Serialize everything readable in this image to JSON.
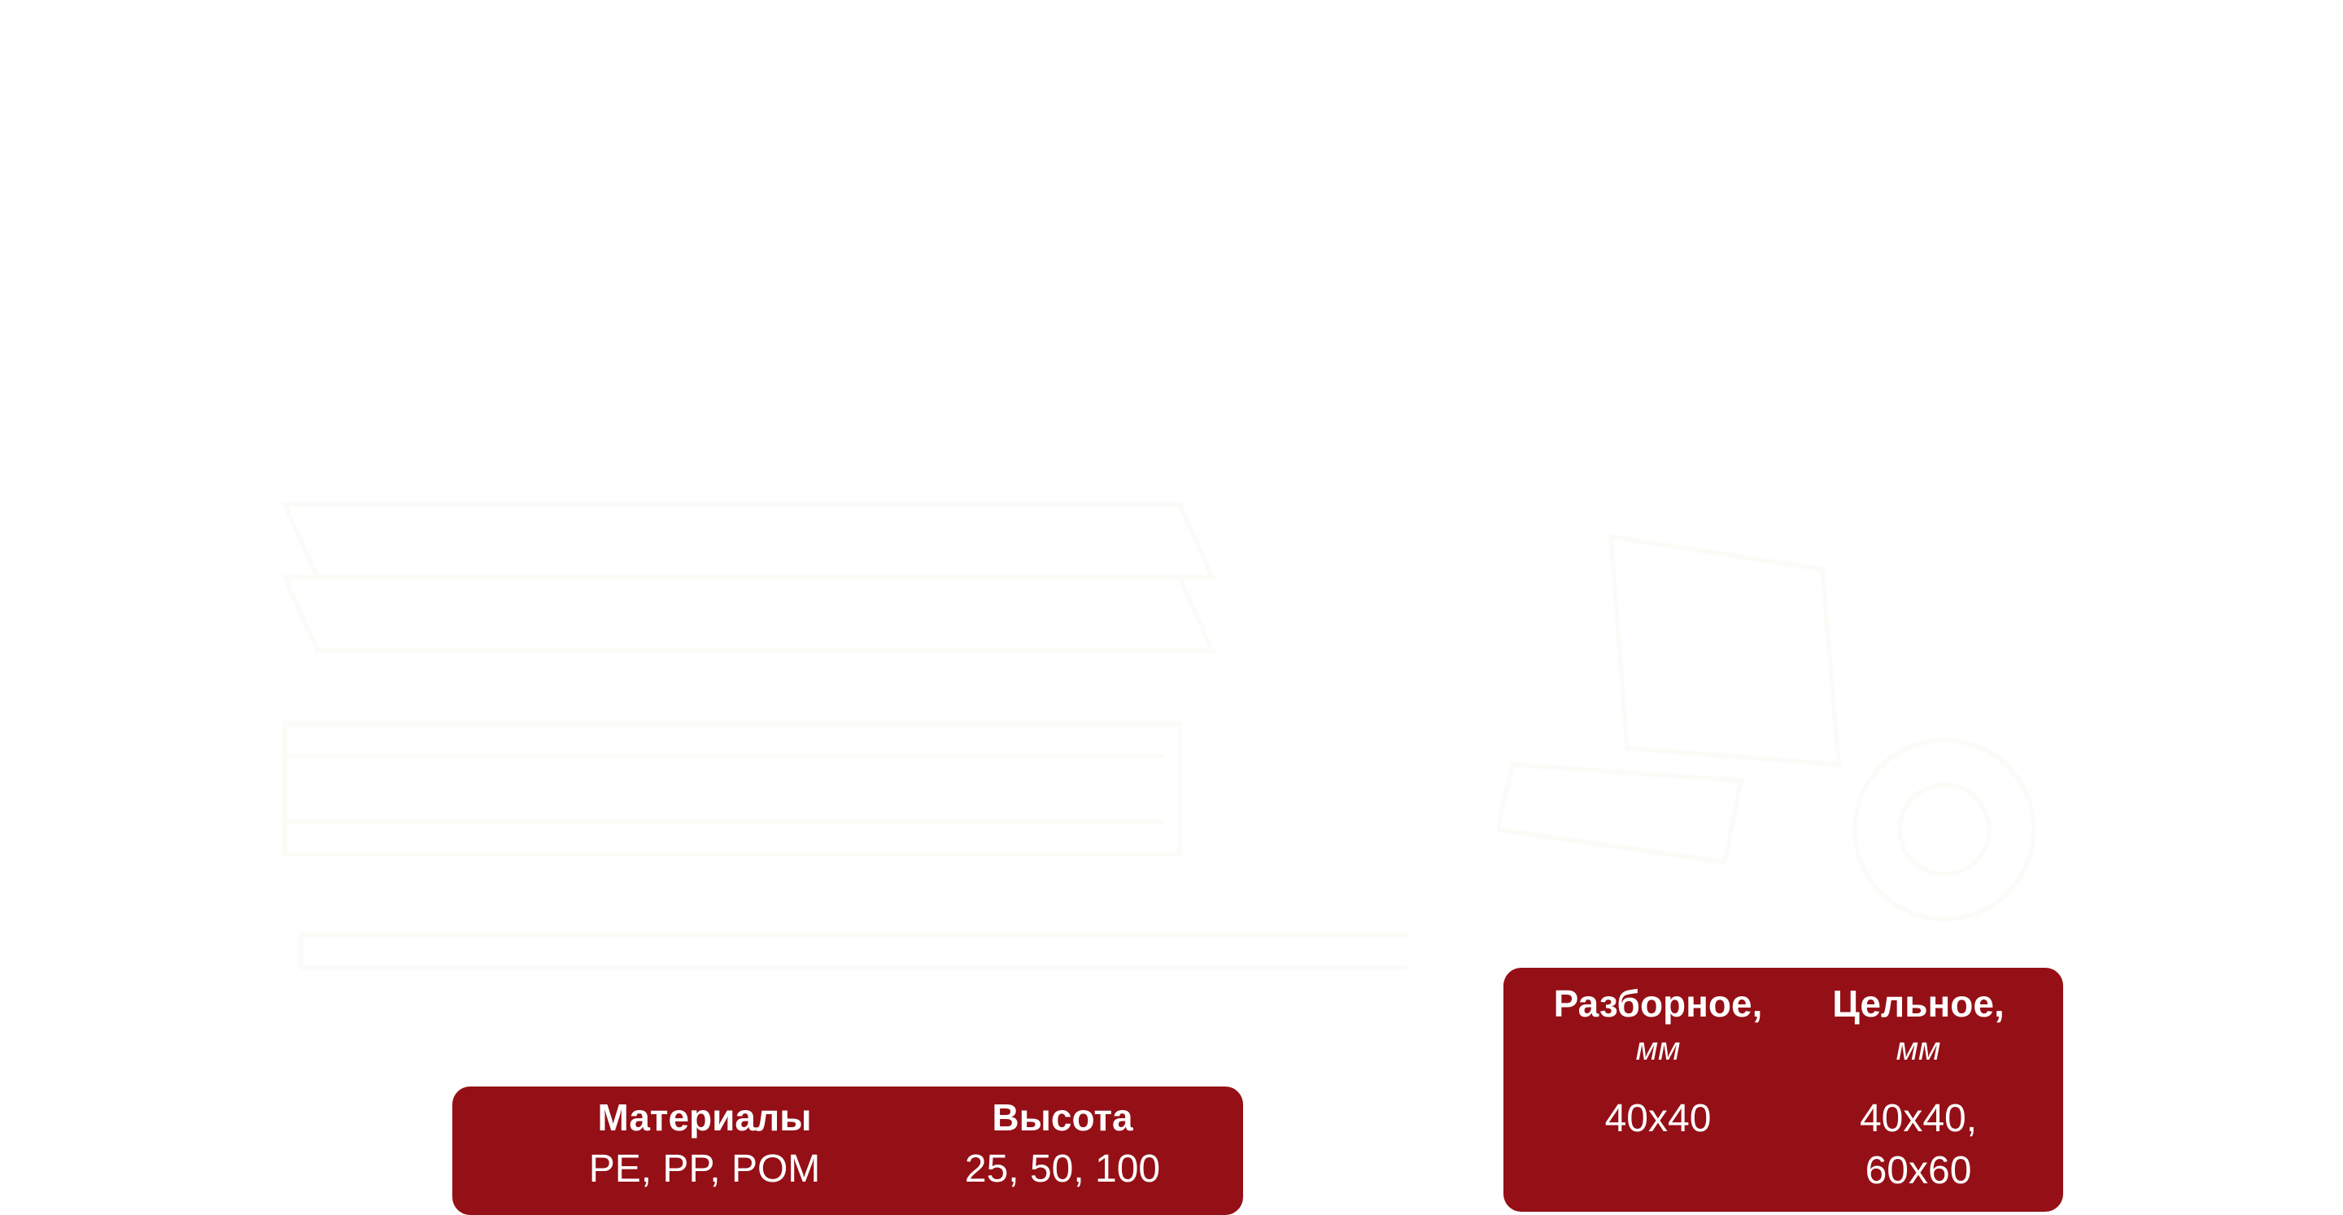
{
  "left_section": {
    "title": "",
    "card": {
      "columns": [
        {
          "header": "Материалы",
          "value": "PE, PP, POM"
        },
        {
          "header": "Высота",
          "value": "25, 50, 100"
        }
      ]
    }
  },
  "right_section": {
    "title": "",
    "card": {
      "columns": [
        {
          "header": "Разборное,",
          "unit": "мм",
          "value": "40x40"
        },
        {
          "header": "Цельное,",
          "unit": "мм",
          "value": "40x40,",
          "value2": "60x60"
        }
      ]
    }
  },
  "colors": {
    "card_bg": "#950f16",
    "text": "#ffffff",
    "page_bg": "#ffffff"
  }
}
